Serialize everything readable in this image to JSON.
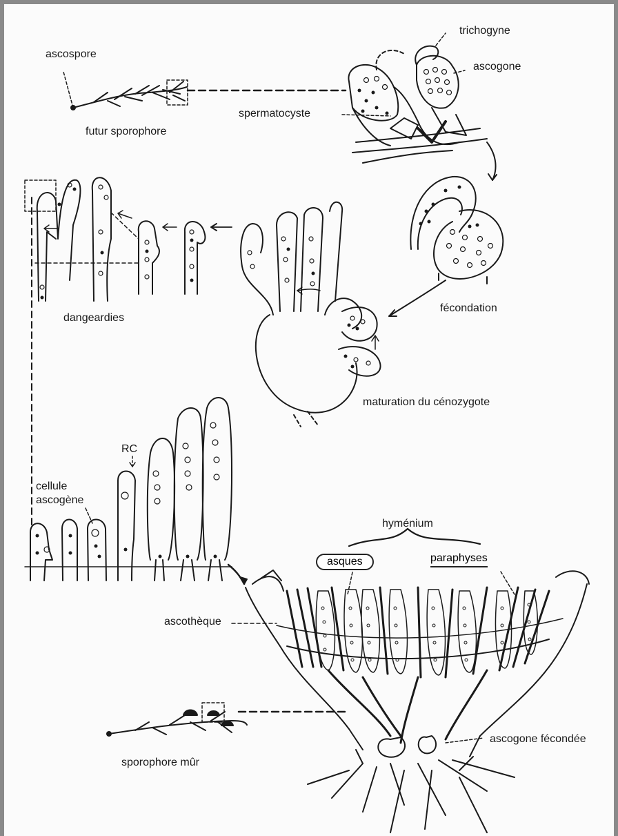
{
  "labels": {
    "ascospore": "ascospore",
    "futur_sporophore": "futur sporophore",
    "trichogyne": "trichogyne",
    "ascogone": "ascogone",
    "spermatocyste": "spermatocyste",
    "dangeardies": "dangeardies",
    "fecondation": "fécondation",
    "maturation": "maturation du cénozygote",
    "rc": "RC",
    "cellule": "cellule",
    "ascogene": "ascogène",
    "hymenium": "hyménium",
    "asques": "asques",
    "paraphyses": "paraphyses",
    "ascotheque": "ascothèque",
    "sporophore_mur": "sporophore mûr",
    "ascogone_fecondee": "ascogone fécondée"
  },
  "colors": {
    "ink": "#1a1a1a",
    "frame": "#8a8a8a",
    "paper": "#fbfbfb"
  }
}
